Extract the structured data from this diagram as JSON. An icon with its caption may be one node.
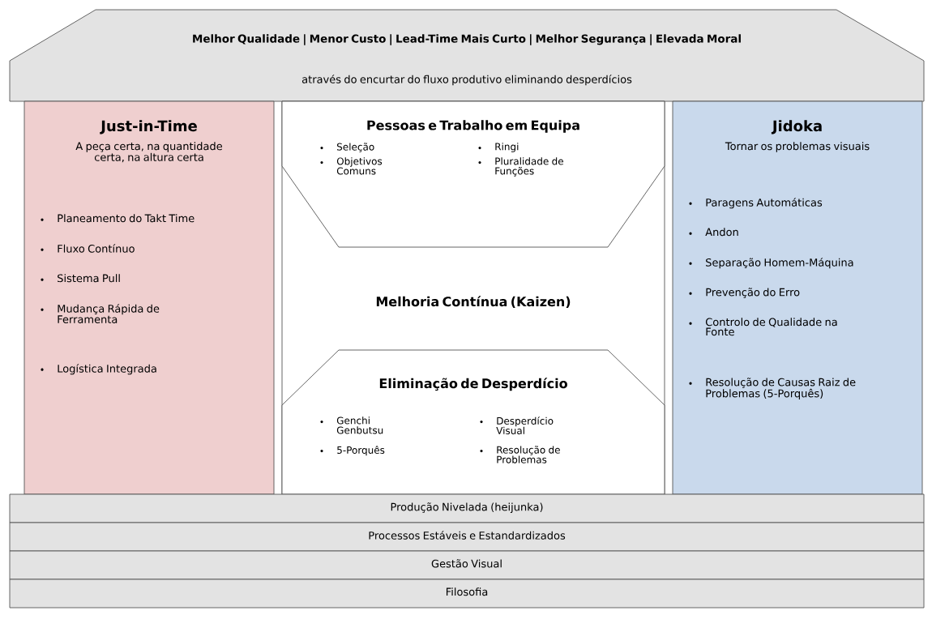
{
  "diagram": {
    "nodes": [
      {
        "text": [
          "Melhor Qualidade | Menor Custo | Lead-Time Mais Curto | Melhor Segurança | Elevada Moral",
          "através do encurtar do fluxo produtivo eliminando desperdícios"
        ]
      },
      {
        "text": [
          "Just-in-Time",
          "A peça certa, na quantidade certa, na altura certa",
          "Planeamento do Takt Time",
          "Fluxo Contínuo",
          "Sistema Pull",
          "Mudança Rápida de Ferramenta",
          "Logística Integrada"
        ]
      },
      {
        "text": [
          "Melhoria Contínua (Kaizen)"
        ]
      },
      {
        "text": [
          "Pessoas e Trabalho em Equipa",
          "Seleção",
          "Objetivos Comuns",
          "Ringi",
          "Pluralidade de Funções"
        ],
        "in": 2
      },
      {
        "text": [
          "Eliminação de Desperdício",
          "Genchi Genbutsu",
          "5-Porquês",
          "Desperdício Visual",
          "Resolução de Problemas"
        ],
        "in": 2
      },
      {
        "text": [
          "Jidoka",
          "Tornar os problemas visuais",
          "Paragens Automáticas",
          "Andon",
          "Separação Homem-Máquina",
          "Prevenção do Erro",
          "Controlo de Qualidade na Fonte",
          "Resolução de Causas Raiz de Problemas (5-Porquês)"
        ]
      },
      {
        "text": [
          "Produção Nivelada (heijunka)"
        ]
      },
      {
        "text": [
          "Processos Estáveis e Estandardizados"
        ]
      },
      {
        "text": [
          "Gestão Visual"
        ]
      },
      {
        "text": [
          "Filosofia"
        ]
      }
    ]
  }
}
